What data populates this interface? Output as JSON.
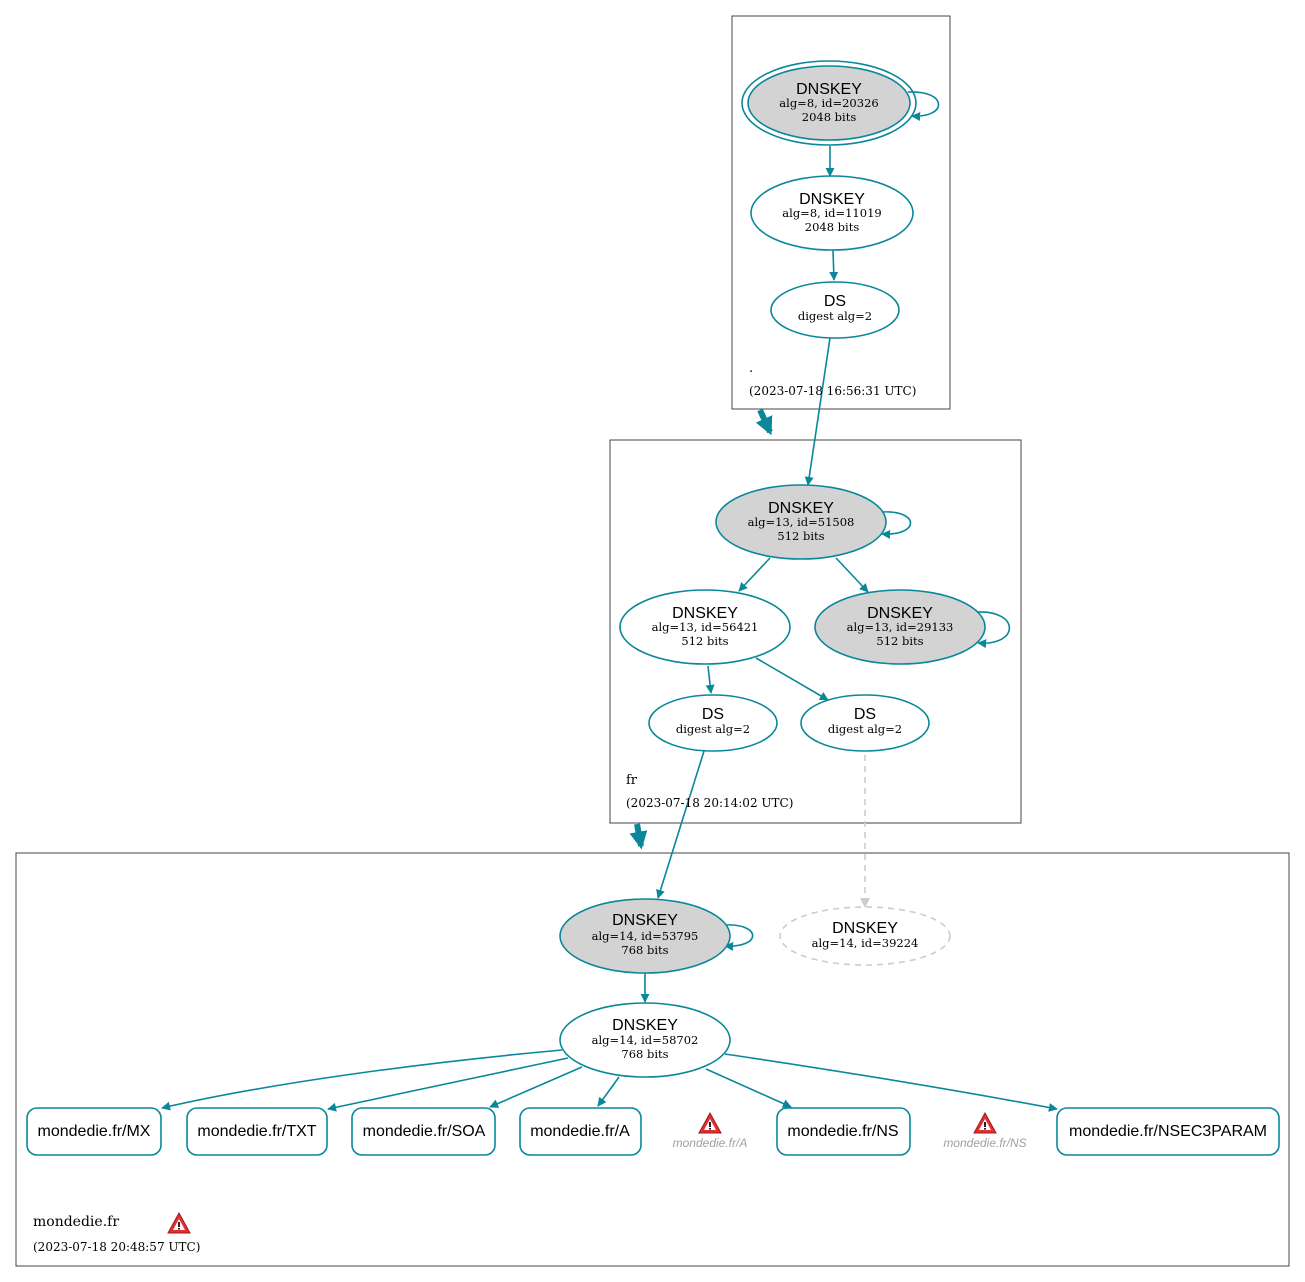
{
  "colors": {
    "edge": "#0a879a",
    "box": "#444444",
    "ksk_fill": "#d3d3d3",
    "missing": "#cccccc",
    "warn_red": "#e03030",
    "muted": "#a0a0a0"
  },
  "zones": {
    "root": {
      "name": ".",
      "time": "(2023-07-18 16:56:31 UTC)"
    },
    "fr": {
      "name": "fr",
      "time": "(2023-07-18 20:14:02 UTC)"
    },
    "mondedie": {
      "name": "mondedie.fr",
      "time": "(2023-07-18 20:48:57 UTC)"
    }
  },
  "nodes": {
    "root_ksk": {
      "title": "DNSKEY",
      "line1": "alg=8, id=20326",
      "line2": "2048 bits"
    },
    "root_zsk": {
      "title": "DNSKEY",
      "line1": "alg=8, id=11019",
      "line2": "2048 bits"
    },
    "root_ds": {
      "title": "DS",
      "line1": "digest alg=2"
    },
    "fr_ksk": {
      "title": "DNSKEY",
      "line1": "alg=13, id=51508",
      "line2": "512 bits"
    },
    "fr_zsk": {
      "title": "DNSKEY",
      "line1": "alg=13, id=56421",
      "line2": "512 bits"
    },
    "fr_ksk2": {
      "title": "DNSKEY",
      "line1": "alg=13, id=29133",
      "line2": "512 bits"
    },
    "fr_ds1": {
      "title": "DS",
      "line1": "digest alg=2"
    },
    "fr_ds2": {
      "title": "DS",
      "line1": "digest alg=2"
    },
    "md_ksk": {
      "title": "DNSKEY",
      "line1": "alg=14, id=53795",
      "line2": "768 bits"
    },
    "md_missing": {
      "title": "DNSKEY",
      "line1": "alg=14, id=39224"
    },
    "md_zsk": {
      "title": "DNSKEY",
      "line1": "alg=14, id=58702",
      "line2": "768 bits"
    }
  },
  "records": {
    "mx": "mondedie.fr/MX",
    "txt": "mondedie.fr/TXT",
    "soa": "mondedie.fr/SOA",
    "a": "mondedie.fr/A",
    "ns": "mondedie.fr/NS",
    "nsec3param": "mondedie.fr/NSEC3PARAM"
  },
  "warnings": {
    "a": "mondedie.fr/A",
    "ns": "mondedie.fr/NS"
  },
  "icons": [
    "warning-triangle-icon"
  ]
}
